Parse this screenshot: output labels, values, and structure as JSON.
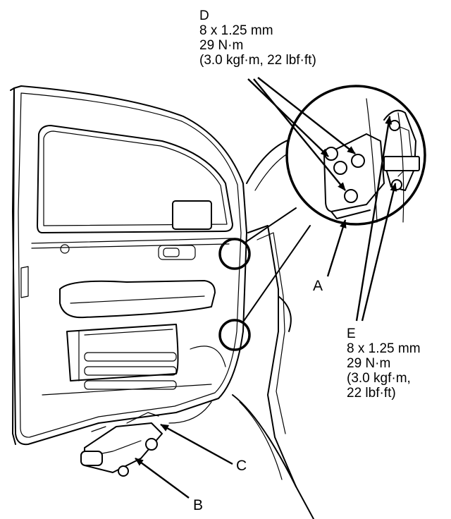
{
  "labels": {
    "d": {
      "letter": "D",
      "size": "8 x 1.25 mm",
      "torque": "29 N·m",
      "torque_alt": "(3.0 kgf·m, 22 lbf·ft)"
    },
    "e": {
      "letter": "E",
      "size": "8 x 1.25 mm",
      "torque": "29 N·m",
      "torque_alt_1": "(3.0 kgf·m,",
      "torque_alt_2": "22 lbf·ft)"
    },
    "a": "A",
    "b": "B",
    "c": "C"
  }
}
